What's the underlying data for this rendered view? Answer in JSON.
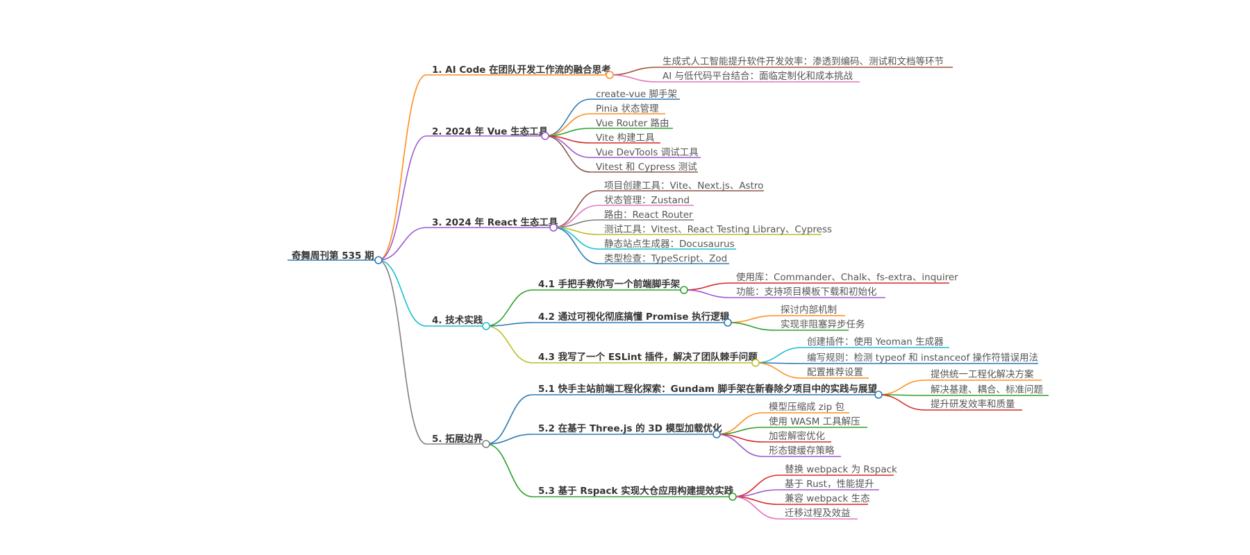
{
  "root": {
    "label": "奇舞周刊第 535 期",
    "color": "#2a7ab5",
    "children": [
      {
        "label": "1. AI Code 在团队开发工作流的融合思考",
        "color": "#ff8c1a",
        "children": [
          {
            "label": "生成式人工智能提升软件开发效率：渗透到编码、测试和文档等环节",
            "color": "#a0522d"
          },
          {
            "label": "AI 与低代码平台结合：面临定制化和成本挑战",
            "color": "#e673b8"
          }
        ]
      },
      {
        "label": "2. 2024 年 Vue 生态工具",
        "color": "#9b59d0",
        "children": [
          {
            "label": "create-vue 脚手架",
            "color": "#2a7ab5"
          },
          {
            "label": "Pinia 状态管理",
            "color": "#ff8c1a"
          },
          {
            "label": "Vue Router 路由",
            "color": "#2ca02c"
          },
          {
            "label": "Vite 构建工具",
            "color": "#d62728"
          },
          {
            "label": "Vue DevTools 调试工具",
            "color": "#9b59d0"
          },
          {
            "label": "Vitest 和 Cypress 测试",
            "color": "#8c564b"
          }
        ]
      },
      {
        "label": "3. 2024 年 React 生态工具",
        "color": "#9b59d0",
        "children": [
          {
            "label": "项目创建工具：Vite、Next.js、Astro",
            "color": "#8c564b"
          },
          {
            "label": "状态管理：Zustand",
            "color": "#e377c2"
          },
          {
            "label": "路由：React Router",
            "color": "#7f7f7f"
          },
          {
            "label": "测试工具：Vitest、React Testing Library、Cypress",
            "color": "#bcbd22"
          },
          {
            "label": "静态站点生成器：Docusaurus",
            "color": "#17becf"
          },
          {
            "label": "类型检查：TypeScript、Zod",
            "color": "#2a7ab5"
          }
        ]
      },
      {
        "label": "4. 技术实践",
        "color": "#17becf",
        "children": [
          {
            "label": "4.1 手把手教你写一个前端脚手架",
            "color": "#2ca02c",
            "children": [
              {
                "label": "使用库：Commander、Chalk、fs-extra、inquirer",
                "color": "#d62728"
              },
              {
                "label": "功能：支持项目模板下载和初始化",
                "color": "#9b59d0"
              }
            ]
          },
          {
            "label": "4.2 通过可视化彻底搞懂 Promise 执行逻辑",
            "color": "#2a7ab5",
            "children": [
              {
                "label": "探讨内部机制",
                "color": "#ff8c1a"
              },
              {
                "label": "实现非阻塞异步任务",
                "color": "#2ca02c"
              }
            ]
          },
          {
            "label": "4.3 我写了一个 ESLint 插件，解决了团队棘手问题",
            "color": "#bcbd22",
            "children": [
              {
                "label": "创建插件：使用 Yeoman 生成器",
                "color": "#17becf"
              },
              {
                "label": "编写规则：检测 typeof 和 instanceof 操作符错误用法",
                "color": "#2a7ab5"
              },
              {
                "label": "配置推荐设置",
                "color": "#ff8c1a"
              }
            ]
          }
        ]
      },
      {
        "label": "5. 拓展边界",
        "color": "#7f7f7f",
        "children": [
          {
            "label": "5.1 快手主站前端工程化探索：Gundam 脚手架在新春除夕项目中的实践与展望",
            "color": "#2a7ab5",
            "children": [
              {
                "label": "提供统一工程化解决方案",
                "color": "#ff8c1a"
              },
              {
                "label": "解决基建、耦合、标准问题",
                "color": "#2ca02c"
              },
              {
                "label": "提升研发效率和质量",
                "color": "#d62728"
              }
            ]
          },
          {
            "label": "5.2 在基于 Three.js 的 3D 模型加载优化",
            "color": "#2a7ab5",
            "children": [
              {
                "label": "模型压缩成 zip 包",
                "color": "#ff8c1a"
              },
              {
                "label": "使用 WASM 工具解压",
                "color": "#2ca02c"
              },
              {
                "label": "加密解密优化",
                "color": "#d62728"
              },
              {
                "label": "形态键缓存策略",
                "color": "#9b59d0"
              }
            ]
          },
          {
            "label": "5.3 基于 Rspack 实现大仓应用构建提效实践",
            "color": "#2ca02c",
            "children": [
              {
                "label": "替换 webpack 为 Rspack",
                "color": "#d62728"
              },
              {
                "label": "基于 Rust，性能提升",
                "color": "#9b59d0"
              },
              {
                "label": "兼容 webpack 生态",
                "color": "#d62728"
              },
              {
                "label": "迁移过程及效益",
                "color": "#e673b8"
              }
            ]
          }
        ]
      }
    ]
  }
}
